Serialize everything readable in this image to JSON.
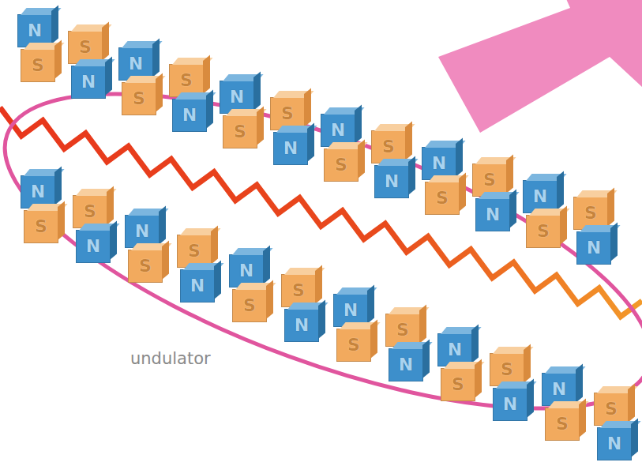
{
  "diagram": {
    "nodes": [
      {
        "text": [
          "N"
        ]
      },
      {
        "text": [
          "S"
        ]
      },
      {
        "text": [
          "S"
        ]
      },
      {
        "text": [
          "N"
        ]
      },
      {
        "text": [
          "N"
        ]
      },
      {
        "text": [
          "S"
        ]
      },
      {
        "text": [
          "S"
        ]
      },
      {
        "text": [
          "N"
        ]
      },
      {
        "text": [
          "N"
        ]
      },
      {
        "text": [
          "S"
        ]
      },
      {
        "text": [
          "S"
        ]
      },
      {
        "text": [
          "N"
        ]
      },
      {
        "text": [
          "N"
        ]
      },
      {
        "text": [
          "S"
        ]
      },
      {
        "text": [
          "S"
        ]
      },
      {
        "text": [
          "N"
        ]
      },
      {
        "text": [
          "N"
        ]
      },
      {
        "text": [
          "S"
        ]
      },
      {
        "text": [
          "S"
        ]
      },
      {
        "text": [
          "N"
        ]
      },
      {
        "text": [
          "N"
        ]
      },
      {
        "text": [
          "S"
        ]
      },
      {
        "text": [
          "S"
        ]
      },
      {
        "text": [
          "N"
        ]
      },
      {
        "text": [
          "N"
        ]
      },
      {
        "text": [
          "S"
        ]
      },
      {
        "text": [
          "S"
        ]
      },
      {
        "text": [
          "N"
        ]
      },
      {
        "text": [
          "N"
        ]
      },
      {
        "text": [
          "S"
        ]
      },
      {
        "text": [
          "S"
        ]
      },
      {
        "text": [
          "N"
        ]
      },
      {
        "text": [
          "N"
        ]
      },
      {
        "text": [
          "S"
        ]
      },
      {
        "text": [
          "S"
        ]
      },
      {
        "text": [
          "N"
        ]
      },
      {
        "text": [
          "N"
        ]
      },
      {
        "text": [
          "S"
        ]
      },
      {
        "text": [
          "S"
        ]
      },
      {
        "text": [
          "N"
        ]
      },
      {
        "text": [
          "N"
        ]
      },
      {
        "text": [
          "S"
        ]
      },
      {
        "text": [
          "S"
        ]
      },
      {
        "text": [
          "N"
        ]
      },
      {
        "text": [
          "N"
        ]
      },
      {
        "text": [
          "S"
        ]
      },
      {
        "text": [
          "S"
        ]
      },
      {
        "text": [
          "N"
        ]
      }
    ],
    "labels": [
      "undulator"
    ]
  }
}
